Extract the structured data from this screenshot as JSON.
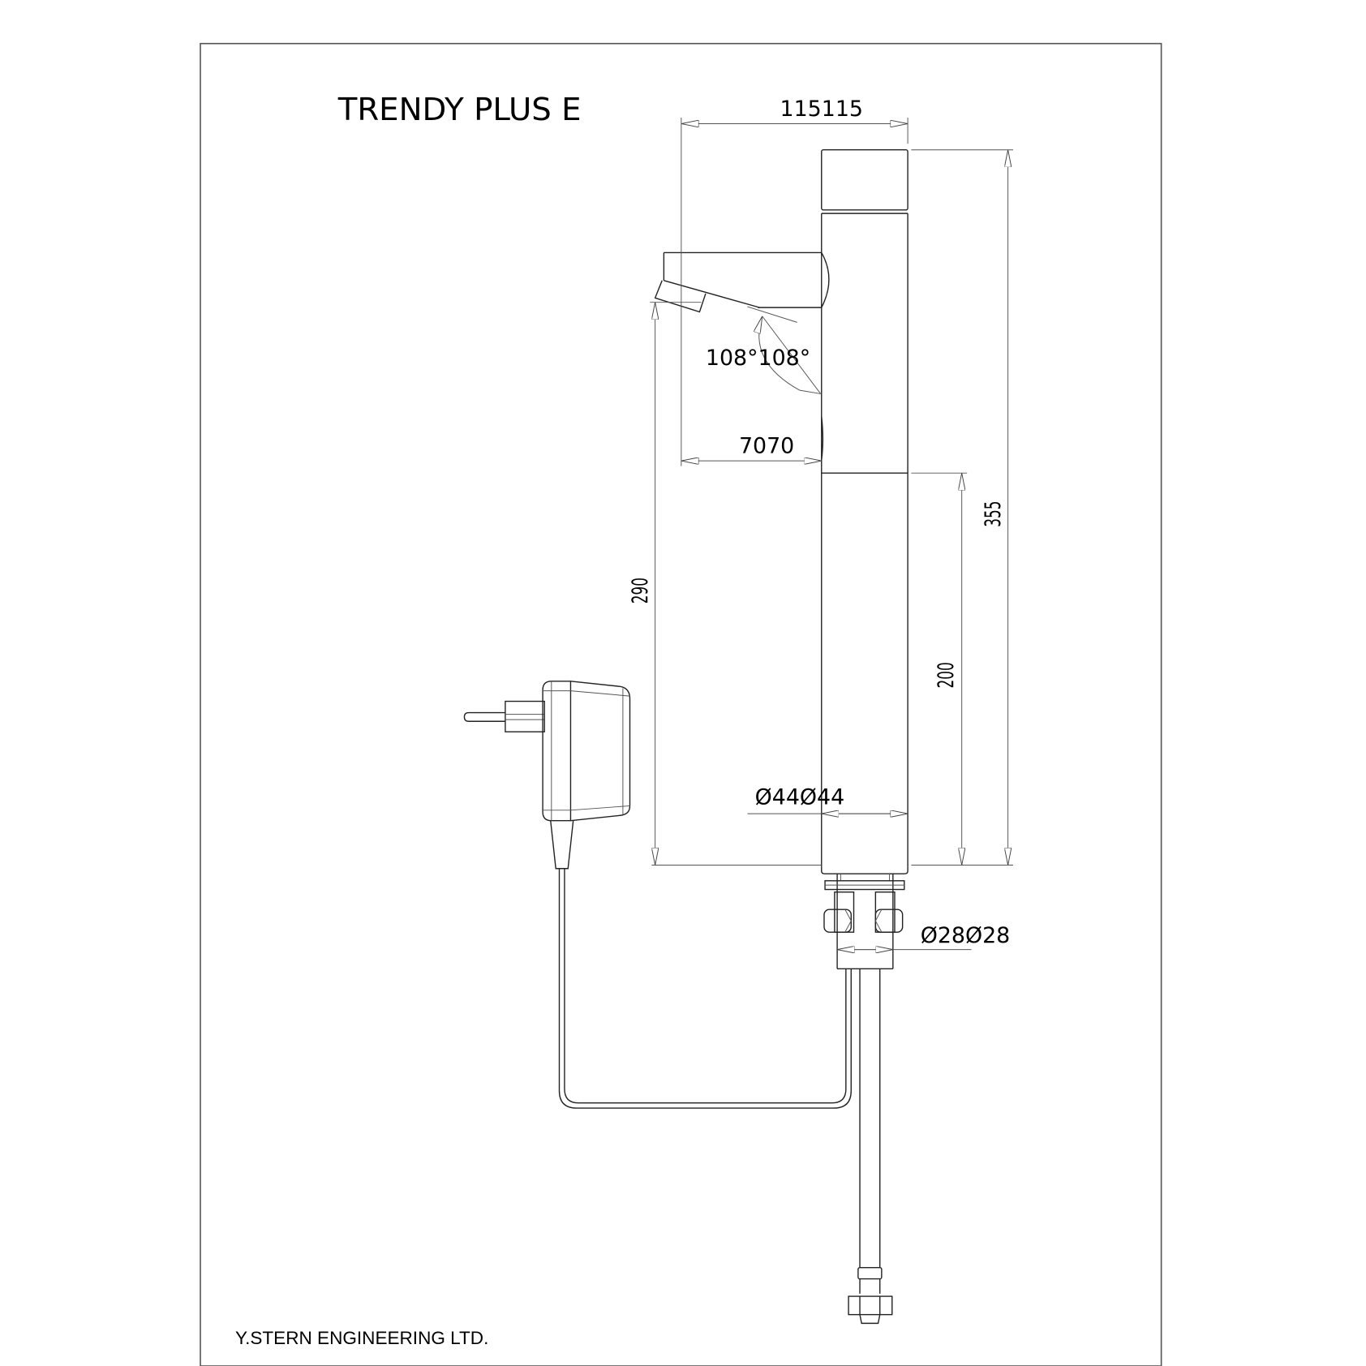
{
  "drawing": {
    "title": "TRENDY PLUS E",
    "company": "Y.STERN ENGINEERING LTD.",
    "dimensions": {
      "spout_reach_total": "115115",
      "spout_reach_from_body": "7070",
      "spout_angle": "108°108°",
      "total_height": "355",
      "spout_outlet_height": "290",
      "body_lower_height": "200",
      "body_diameter": "Ø44Ø44",
      "shank_diameter": "Ø28Ø28"
    }
  }
}
